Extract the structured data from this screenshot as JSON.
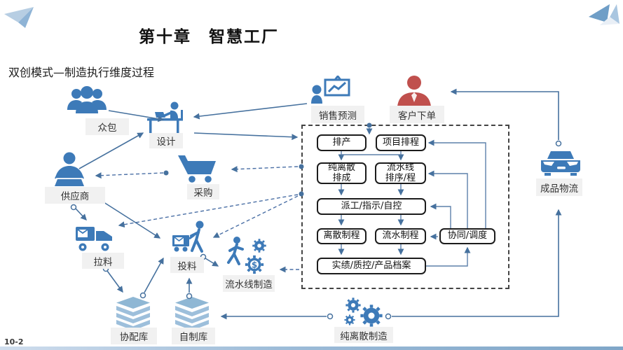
{
  "slide": {
    "title": "第十章　智慧工厂",
    "subtitle": "双创模式—制造执行维度过程",
    "page_number": "10-2"
  },
  "colors": {
    "icon_blue": "#3d7ab8",
    "icon_light_blue": "#9dbfdb",
    "icon_red": "#c0504d",
    "arrow_blue": "#46719e",
    "label_background": "#f1f1f1",
    "flow_box_border": "#1c1c1c",
    "bottom_bar_blue": "#7fa6c8"
  },
  "nodes": {
    "crowdsourcing": {
      "label": "众包",
      "icon": "people-group-icon"
    },
    "design": {
      "label": "设计",
      "icon": "designer-at-desk-icon"
    },
    "supplier": {
      "label": "供应商",
      "icon": "supplier-person-icon"
    },
    "procurement": {
      "label": "采购",
      "icon": "shopping-cart-icon"
    },
    "pull_material": {
      "label": "拉料",
      "icon": "delivery-truck-icon"
    },
    "feed_material": {
      "label": "投料",
      "icon": "cart-pusher-icon"
    },
    "line_manufacturing": {
      "label": "流水线制造",
      "icon": "worker-gears-icon"
    },
    "coordination_warehouse": {
      "label": "协配库",
      "icon": "warehouse-stack-icon"
    },
    "self_made_warehouse": {
      "label": "自制库",
      "icon": "warehouse-stack-icon"
    },
    "pure_discrete_manufacturing": {
      "label": "纯离散制造",
      "icon": "gears-icon"
    },
    "sales_forecast": {
      "label": "销售预测",
      "icon": "presentation-chart-icon"
    },
    "customer_order": {
      "label": "客户下单",
      "icon": "customer-person-icon"
    },
    "finished_goods_logistics": {
      "label": "成品物流",
      "icon": "car-icon"
    }
  },
  "flow": {
    "scheduling": "排产",
    "project_scheduling": "项目排程",
    "discrete_sequencing_line1": "纯离散",
    "discrete_sequencing_line2": "排成",
    "line_sequencing_line1": "流水线",
    "line_sequencing_line2": "排序/程",
    "dispatch": "派工/指示/自控",
    "discrete_process": "离散制程",
    "flow_process": "流水制程",
    "coordination": "协同/调度",
    "records": "实绩/质控/产品档案"
  }
}
